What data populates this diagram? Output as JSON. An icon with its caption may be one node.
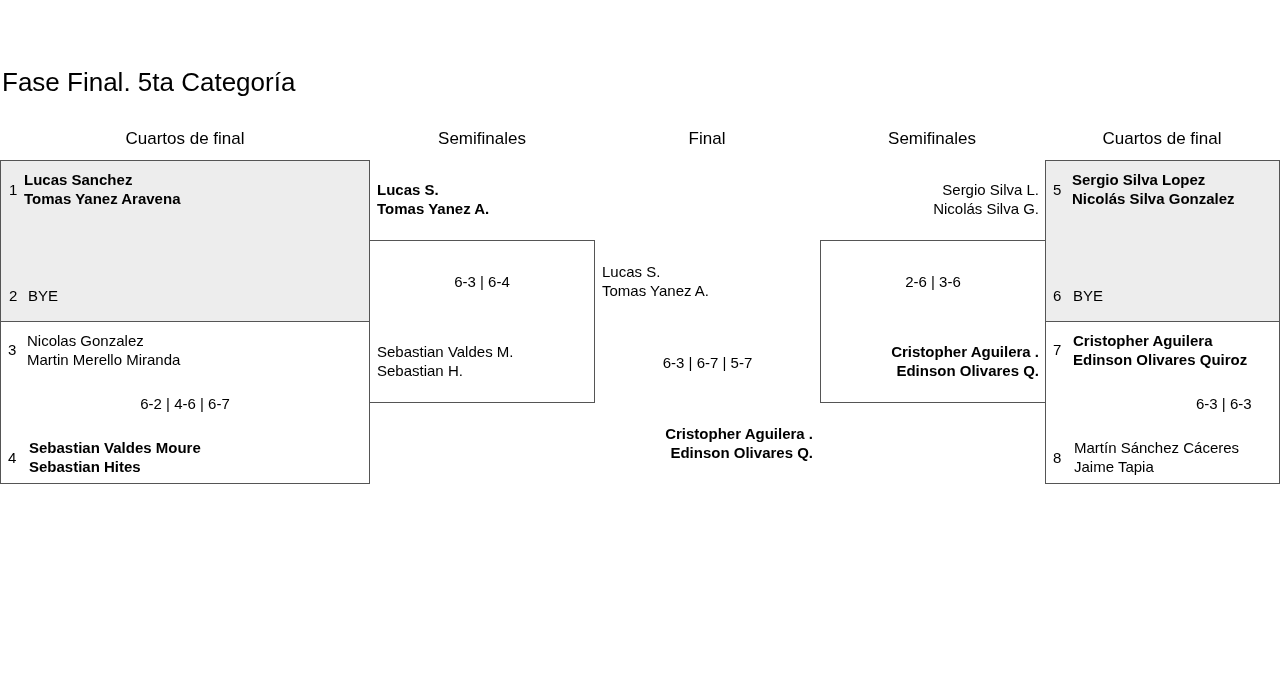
{
  "diagram": {
    "title": "Fase Final. 5ta Categoría",
    "nodes": [
      {
        "text": [
          "1",
          "Lucas Sanchez",
          "Tomas Yanez Aravena",
          "2",
          "BYE"
        ]
      },
      {
        "text": [
          "3",
          "Nicolas Gonzalez",
          "Martin Merello Miranda",
          "6-2 | 4-6 | 6-7",
          "4",
          "Sebastian Valdes Moure",
          "Sebastian Hites"
        ]
      },
      {
        "text": [
          "Lucas S.",
          "Tomas Yanez A.",
          "6-3 | 6-4",
          "Sebastian Valdes M.",
          "Sebastian H."
        ]
      },
      {
        "text": [
          "Lucas S.",
          "Tomas Yanez A.",
          "6-3 | 6-7 | 5-7",
          "Cristopher Aguilera .",
          "Edinson Olivares Q."
        ]
      },
      {
        "text": [
          "Sergio Silva L.",
          "Nicolás Silva G.",
          "2-6 | 3-6",
          "Cristopher Aguilera .",
          "Edinson Olivares Q."
        ]
      },
      {
        "text": [
          "5",
          "Sergio Silva Lopez",
          "Nicolás Silva Gonzalez",
          "6",
          "BYE"
        ]
      },
      {
        "text": [
          "7",
          "Cristopher Aguilera",
          "Edinson Olivares Quiroz",
          "6-3 | 6-3",
          "8",
          "Martín Sánchez Cáceres",
          "Jaime Tapia"
        ]
      }
    ],
    "labels": [
      "Cuartos de final",
      "Semifinales",
      "Final",
      "Semifinales",
      "Cuartos de final"
    ]
  }
}
